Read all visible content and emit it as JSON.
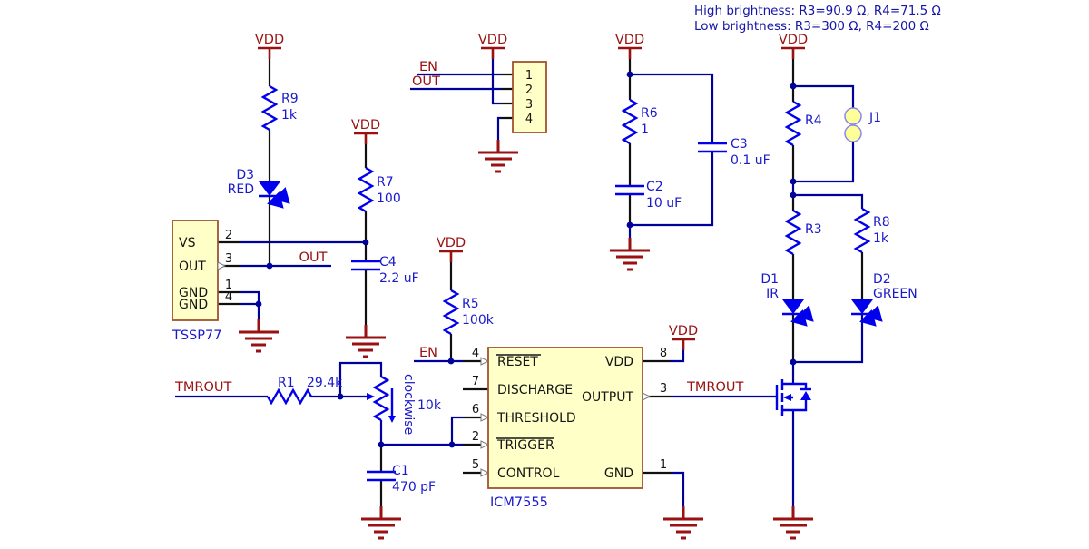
{
  "notes": {
    "line1": "High brightness: R3=90.9 Ω, R4=71.5 Ω",
    "line2": "Low brightness: R3=300 Ω, R4=200 Ω"
  },
  "vdd": "VDD",
  "nets": {
    "en": "EN",
    "out": "OUT",
    "tmrout": "TMROUT"
  },
  "parts": {
    "r1": {
      "ref": "R1",
      "value": "29.4k"
    },
    "r3": {
      "ref": "R3"
    },
    "r4": {
      "ref": "R4"
    },
    "r5": {
      "ref": "R5",
      "value": "100k"
    },
    "r6": {
      "ref": "R6",
      "value": "1"
    },
    "r7": {
      "ref": "R7",
      "value": "100"
    },
    "r8": {
      "ref": "R8",
      "value": "1k"
    },
    "r9": {
      "ref": "R9",
      "value": "1k"
    },
    "pot": {
      "value": "10k",
      "direction": "clockwise"
    },
    "c1": {
      "ref": "C1",
      "value": "470 pF"
    },
    "c2": {
      "ref": "C2",
      "value": "10 uF"
    },
    "c3": {
      "ref": "C3",
      "value": "0.1 uF"
    },
    "c4": {
      "ref": "C4",
      "value": "2.2 uF"
    },
    "d1": {
      "ref": "D1",
      "value": "IR"
    },
    "d2": {
      "ref": "D2",
      "value": "GREEN"
    },
    "d3": {
      "ref": "D3",
      "value": "RED"
    },
    "j1": {
      "ref": "J1"
    }
  },
  "tssp77": {
    "name": "TSSP77",
    "pins": [
      {
        "num": "2",
        "name": "VS"
      },
      {
        "num": "3",
        "name": "OUT"
      },
      {
        "num": "1",
        "name": "GND"
      },
      {
        "num": "4",
        "name": "GND"
      }
    ]
  },
  "connector": {
    "pins": [
      "1",
      "2",
      "3",
      "4"
    ]
  },
  "icm7555": {
    "name": "ICM7555",
    "left_pins": [
      {
        "num": "4",
        "name": "RESET"
      },
      {
        "num": "7",
        "name": "DISCHARGE"
      },
      {
        "num": "6",
        "name": "THRESHOLD"
      },
      {
        "num": "2",
        "name": "TRIGGER"
      },
      {
        "num": "5",
        "name": "CONTROL"
      }
    ],
    "right_pins": [
      {
        "num": "8",
        "name": "VDD"
      },
      {
        "num": "3",
        "name": "OUTPUT"
      },
      {
        "num": "1",
        "name": "GND"
      }
    ]
  },
  "colors": {
    "wire": "#00009b",
    "component": "#0000ee",
    "net_label": "#991111",
    "ref_label": "#1a1acc",
    "power_ground": "#991111",
    "box_fill": "#ffffc8",
    "box_border": "#a0522d",
    "note_text": "#1515a8",
    "jumper_pad": "#ffff99"
  }
}
